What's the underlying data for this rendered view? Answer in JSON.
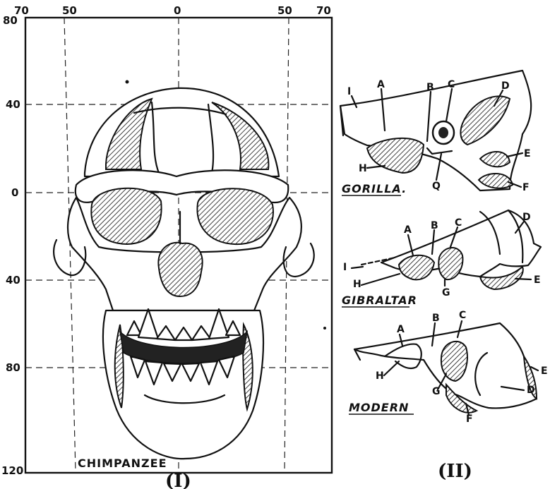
{
  "panel_one": {
    "label": "(I)",
    "caption": "CHIMPANZEE",
    "x_ticks": [
      "70",
      "50",
      "0",
      "50",
      "70"
    ],
    "y_ticks": [
      "80",
      "40",
      "0",
      "40",
      "80",
      "120"
    ]
  },
  "panel_two": {
    "label": "(II)",
    "gorilla": {
      "caption": "GORILLA.",
      "labels": [
        "I",
        "A",
        "B",
        "C",
        "D",
        "E",
        "F",
        "Q",
        "H"
      ]
    },
    "gibraltar": {
      "caption": "GIBRALTAR",
      "labels": [
        "A",
        "B",
        "C",
        "D",
        "I",
        "H",
        "G",
        "E"
      ]
    },
    "modern": {
      "caption": "MODERN",
      "labels": [
        "A",
        "B",
        "C",
        "E",
        "H",
        "G",
        "D",
        "F"
      ]
    }
  }
}
